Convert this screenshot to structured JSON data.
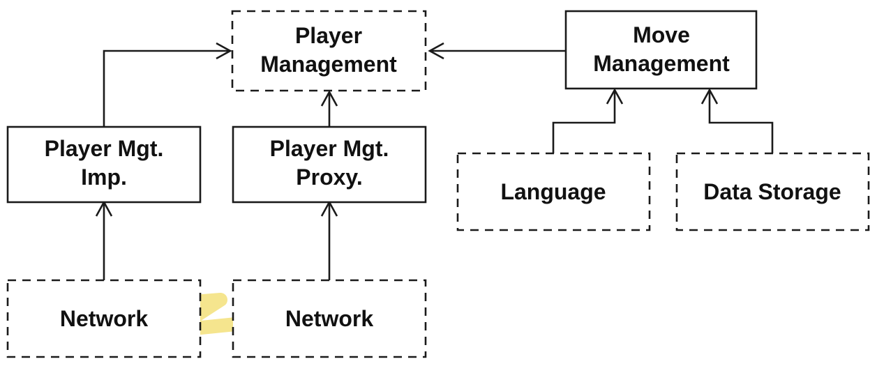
{
  "boxes": {
    "player_management": {
      "lines": [
        "Player",
        "Management"
      ],
      "style": "dashed"
    },
    "move_management": {
      "lines": [
        "Move",
        "Management"
      ],
      "style": "solid"
    },
    "player_mgt_imp": {
      "lines": [
        "Player Mgt.",
        "Imp."
      ],
      "style": "solid"
    },
    "player_mgt_proxy": {
      "lines": [
        "Player Mgt.",
        "Proxy."
      ],
      "style": "solid"
    },
    "language": {
      "lines": [
        "Language"
      ],
      "style": "dashed"
    },
    "data_storage": {
      "lines": [
        "Data Storage"
      ],
      "style": "dashed"
    },
    "network_left": {
      "lines": [
        "Network"
      ],
      "style": "dashed"
    },
    "network_right": {
      "lines": [
        "Network"
      ],
      "style": "dashed"
    }
  },
  "edges": [
    {
      "from": "player_mgt_imp",
      "to": "player_management"
    },
    {
      "from": "player_mgt_proxy",
      "to": "player_management"
    },
    {
      "from": "move_management",
      "to": "player_management"
    },
    {
      "from": "language",
      "to": "move_management"
    },
    {
      "from": "data_storage",
      "to": "move_management"
    },
    {
      "from": "network_left",
      "to": "player_mgt_imp"
    },
    {
      "from": "network_right",
      "to": "player_mgt_proxy"
    }
  ],
  "colors": {
    "line": "#1a1a1a",
    "text": "#111111",
    "highlight": "#f3e07a"
  },
  "decoration": {
    "network_link": "zigzag-highlight"
  }
}
